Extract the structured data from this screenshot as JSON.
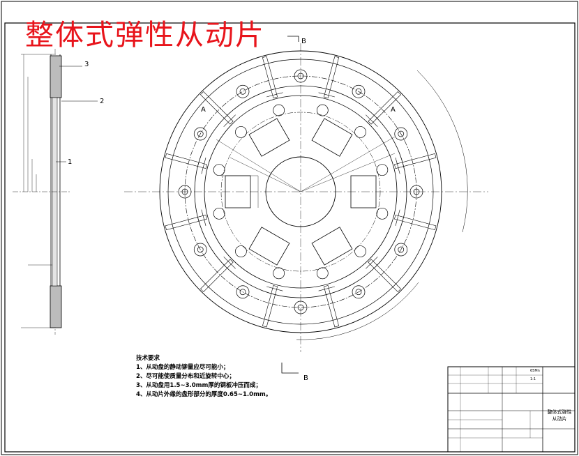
{
  "title": "整体式弹性从动片",
  "section_labels": {
    "a_left": "A",
    "a_right": "A",
    "b_top": "B",
    "b_bottom": "B"
  },
  "part_numbers": [
    "3",
    "2",
    "1"
  ],
  "technical_notes": {
    "heading": "技术要求",
    "items": [
      "1、从动盘的静动铆量应尽可能小；",
      "2、尽可能使质量分布和近旋转中心；",
      "3、从动盘用1.5~3.0mm厚的钢板冲压而成；",
      "4、从动片外缘的盘形部分的厚度0.65~1.0mm。"
    ]
  },
  "title_block": {
    "drawing_name": "整体式弹性从动片",
    "scale": "1:1",
    "material": "65Mn"
  }
}
